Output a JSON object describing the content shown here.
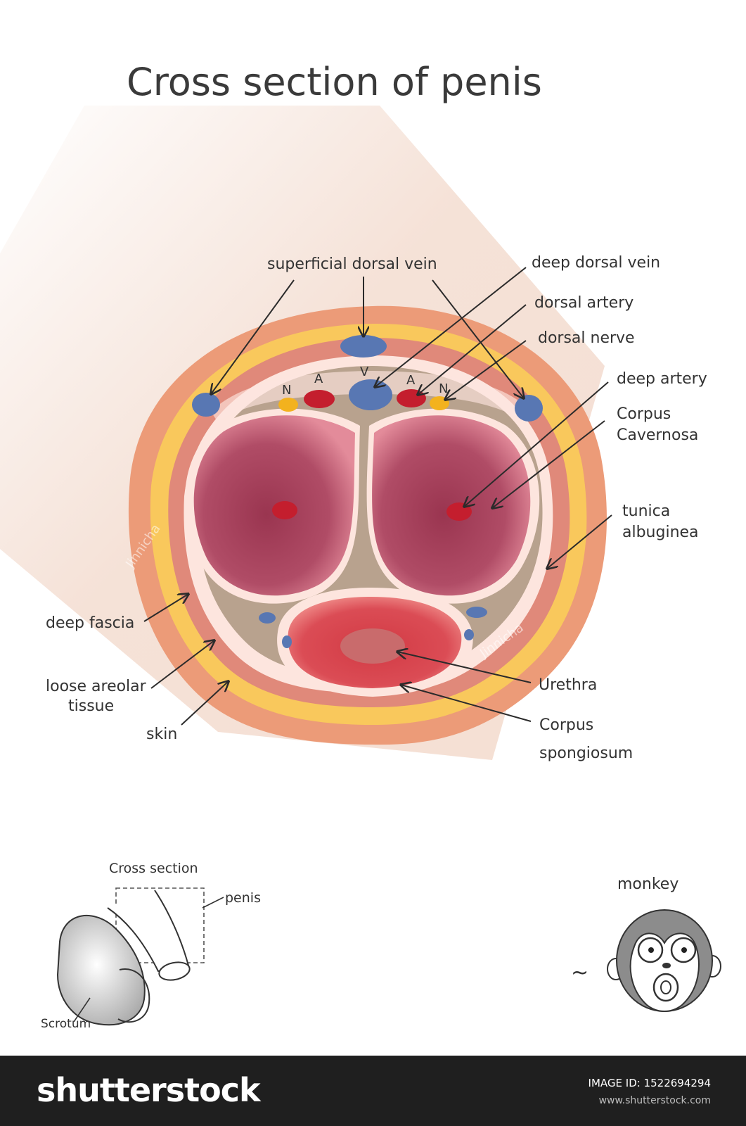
{
  "title": "Cross section of penis",
  "labels": {
    "superficial_dorsal_vein": "superficial dorsal vein",
    "deep_dorsal_vein": "deep dorsal vein",
    "dorsal_artery": "dorsal artery",
    "dorsal_nerve": "dorsal nerve",
    "deep_artery": "deep artery",
    "corpus_cavernosa_1": "Corpus",
    "corpus_cavernosa_2": "Cavernosa",
    "tunica_1": "tunica",
    "tunica_2": "albuginea",
    "deep_fascia": "deep fascia",
    "loose_areolar_1": "loose areolar",
    "loose_areolar_2": "tissue",
    "skin": "skin",
    "urethra": "Urethra",
    "corpus_spongiosum_1": "Corpus",
    "corpus_spongiosum_2": "spongiosum"
  },
  "letters": {
    "n_left": "N",
    "a_left": "A",
    "v": "V",
    "a_right": "A",
    "n_right": "N"
  },
  "inset": {
    "title": "Cross section",
    "penis": "penis",
    "scrotum": "Scrotum"
  },
  "monkey": {
    "label": "monkey",
    "tilde": "~"
  },
  "watermarks": {
    "artist": "Jinnicha"
  },
  "footer": {
    "brand": "shutterstock",
    "image_id": "IMAGE ID: 1522694294",
    "url": "www.shutterstock.com"
  },
  "colors": {
    "skin": "#ec9b78",
    "fat_yellow": "#f9c85c",
    "fascia": "#e0897a",
    "areolar_pale": "#fde5de",
    "tan_tissue": "#b8a28e",
    "cavernosa": "#b14b62",
    "spongiosum": "#d6434e",
    "vein_blue": "#5877b3",
    "artery_red": "#c41e2e",
    "nerve_yellow": "#f3b21e",
    "footer_bg": "#1f1f1f"
  }
}
